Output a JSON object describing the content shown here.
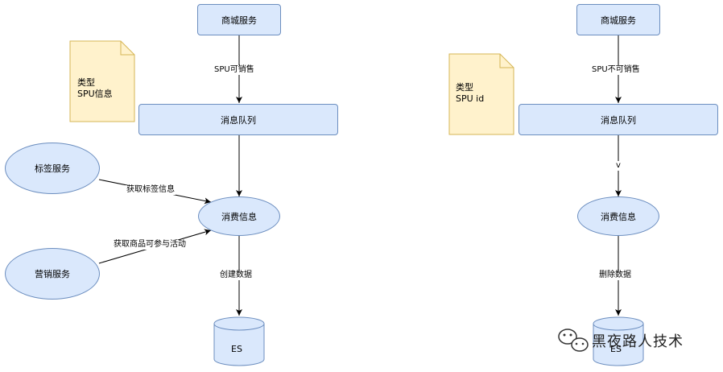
{
  "left": {
    "top_service": "商城服务",
    "edge_top": "SPU可销售",
    "queue": "消息队列",
    "consume": "消费信息",
    "tag_service": "标签服务",
    "edge_tag": "获取标签信息",
    "marketing_service": "营销服务",
    "edge_marketing": "获取商品可参与活动",
    "edge_bottom": "创建数据",
    "db": "ES",
    "note_line1": "类型",
    "note_line2": "SPU信息"
  },
  "right": {
    "top_service": "商城服务",
    "edge_top": "SPU不可销售",
    "queue": "消息队列",
    "edge_mid": "v",
    "consume": "消费信息",
    "edge_bottom": "删除数据",
    "db": "ES",
    "note_line1": "类型",
    "note_line2": "SPU id"
  },
  "watermark": "黑夜路人技术"
}
